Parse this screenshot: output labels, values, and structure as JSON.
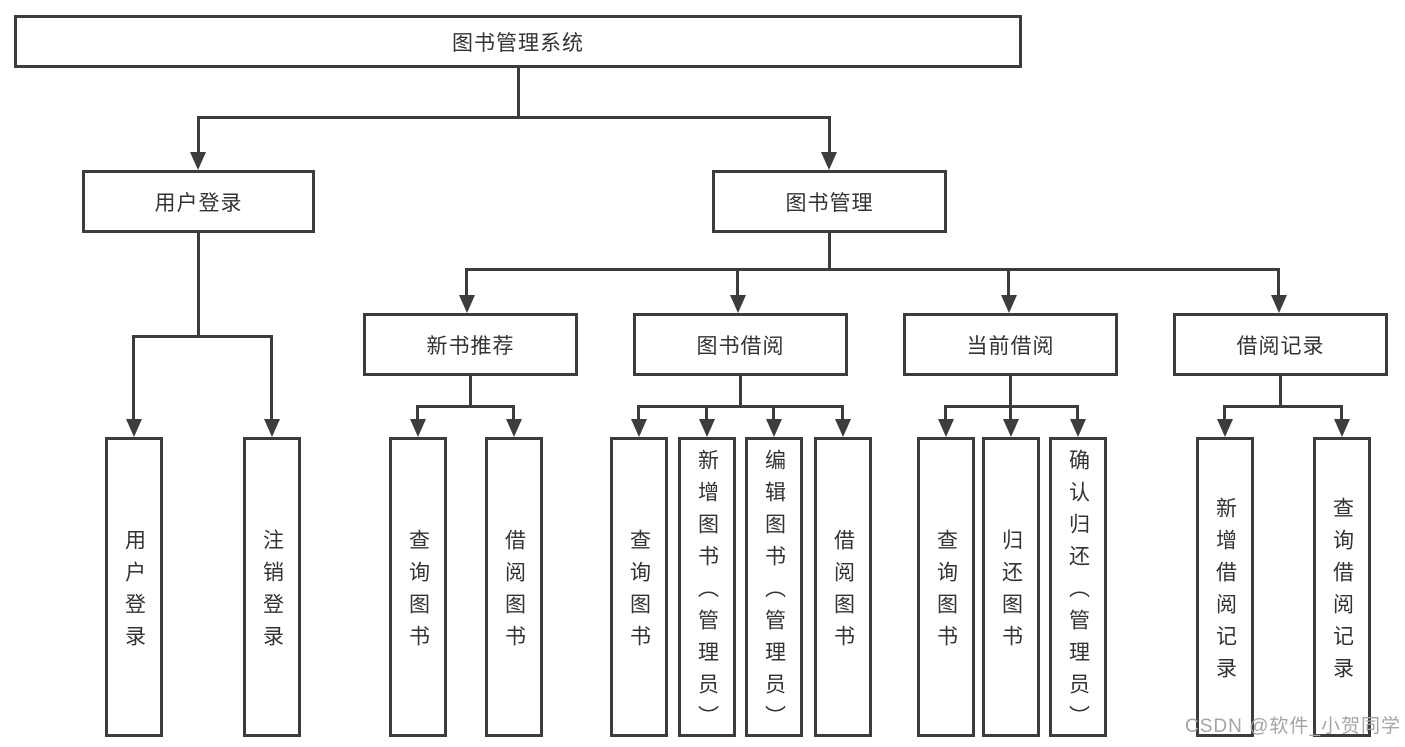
{
  "root": {
    "label": "图书管理系统"
  },
  "level2": [
    {
      "label": "用户登录"
    },
    {
      "label": "图书管理"
    }
  ],
  "level3": [
    {
      "label": "新书推荐"
    },
    {
      "label": "图书借阅"
    },
    {
      "label": "当前借阅"
    },
    {
      "label": "借阅记录"
    }
  ],
  "leaves": {
    "login": [
      {
        "label": "用户登录"
      },
      {
        "label": "注销登录"
      }
    ],
    "recommend": [
      {
        "label": "查询图书"
      },
      {
        "label": "借阅图书"
      }
    ],
    "borrow": [
      {
        "label": "查询图书"
      },
      {
        "label": "新增图书（管理员）"
      },
      {
        "label": "编辑图书（管理员）"
      },
      {
        "label": "借阅图书"
      }
    ],
    "current": [
      {
        "label": "查询图书"
      },
      {
        "label": "归还图书"
      },
      {
        "label": "确认归还（管理员）"
      }
    ],
    "records": [
      {
        "label": "新增借阅记录"
      },
      {
        "label": "查询借阅记录"
      }
    ]
  },
  "watermark": "CSDN @软件_小贺同学",
  "colors": {
    "line": "#3c3c3c",
    "text": "#333333",
    "watermark": "#a5a5a5",
    "background": "#ffffff"
  }
}
